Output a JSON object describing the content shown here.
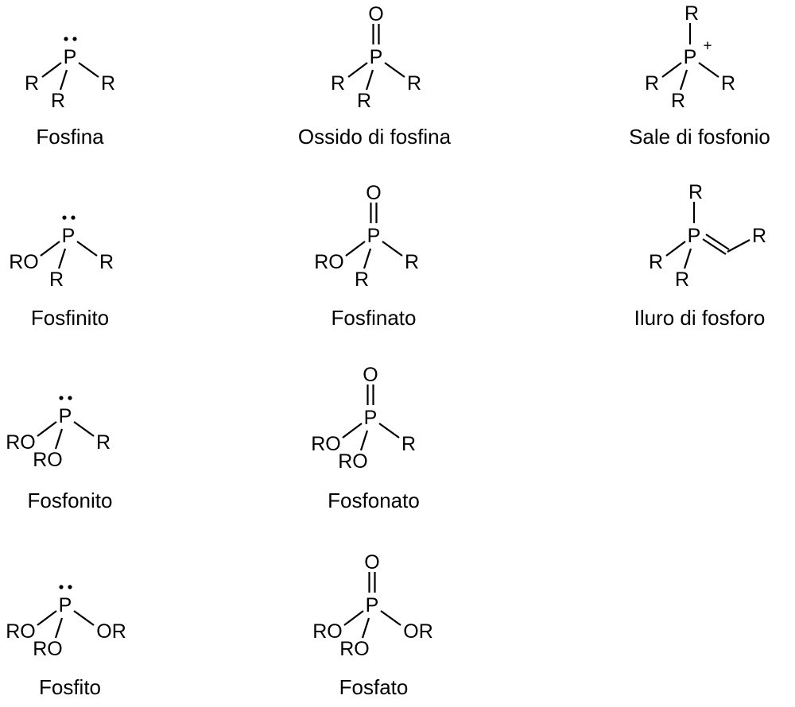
{
  "labels": {
    "P": "P",
    "O": "O",
    "R": "R",
    "RO": "RO",
    "OR": "OR",
    "plus": "+"
  },
  "structures": [
    {
      "id": "fosfina",
      "name": "Fosfina",
      "lone_pair": true,
      "double_O": false,
      "cation": false,
      "ylide": false,
      "left": "R",
      "right": "R",
      "down": "R"
    },
    {
      "id": "ossido-di-fosfina",
      "name": "Ossido di fosfina",
      "lone_pair": false,
      "double_O": true,
      "cation": false,
      "ylide": false,
      "left": "R",
      "right": "R",
      "down": "R"
    },
    {
      "id": "sale-di-fosfonio",
      "name": "Sale di fosfonio",
      "lone_pair": false,
      "double_O": false,
      "cation": true,
      "ylide": false,
      "top": "R",
      "left": "R",
      "right": "R",
      "down": "R"
    },
    {
      "id": "fosfinito",
      "name": "Fosfinito",
      "lone_pair": true,
      "double_O": false,
      "cation": false,
      "ylide": false,
      "left": "RO",
      "right": "R",
      "down": "R"
    },
    {
      "id": "fosfinato",
      "name": "Fosfinato",
      "lone_pair": false,
      "double_O": true,
      "cation": false,
      "ylide": false,
      "left": "RO",
      "right": "R",
      "down": "R"
    },
    {
      "id": "iluro-di-fosforo",
      "name": "Iluro di fosforo",
      "lone_pair": false,
      "double_O": false,
      "cation": false,
      "ylide": true,
      "top": "R",
      "left": "R",
      "down": "R",
      "ylide_end": "R"
    },
    {
      "id": "fosfonito",
      "name": "Fosfonito",
      "lone_pair": true,
      "double_O": false,
      "cation": false,
      "ylide": false,
      "left": "RO",
      "right": "R",
      "down": "RO"
    },
    {
      "id": "fosfonato",
      "name": "Fosfonato",
      "lone_pair": false,
      "double_O": true,
      "cation": false,
      "ylide": false,
      "left": "RO",
      "right": "R",
      "down": "RO"
    },
    {
      "id": "fosfito",
      "name": "Fosfito",
      "lone_pair": true,
      "double_O": false,
      "cation": false,
      "ylide": false,
      "left": "RO",
      "right": "OR",
      "down": "RO"
    },
    {
      "id": "fosfato",
      "name": "Fosfato",
      "lone_pair": false,
      "double_O": true,
      "cation": false,
      "ylide": false,
      "left": "RO",
      "right": "OR",
      "down": "RO"
    }
  ]
}
